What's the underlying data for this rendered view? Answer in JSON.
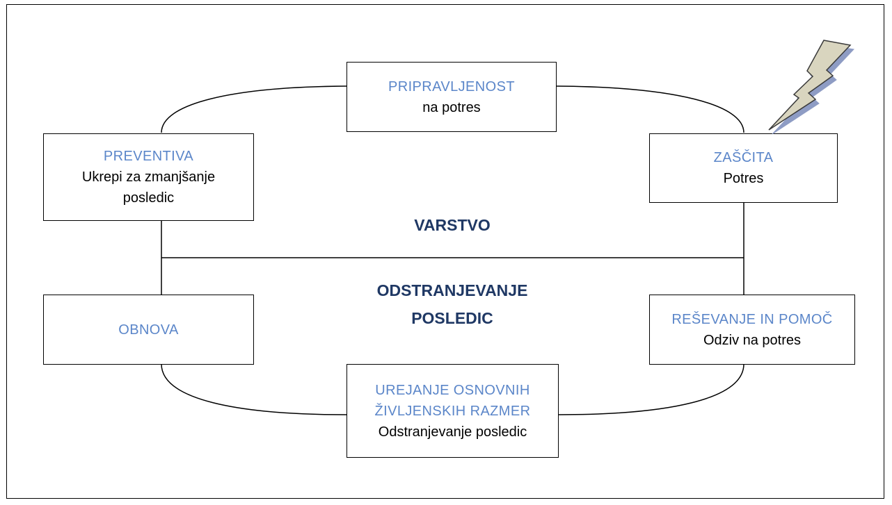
{
  "diagram": {
    "boxes": {
      "pripravljenost": {
        "head": "PRIPRAVLJENOST",
        "sub": "na potres"
      },
      "preventiva": {
        "head": "PREVENTIVA",
        "sub_line1": "Ukrepi za zmanjšanje",
        "sub_line2": "posledic"
      },
      "zascita": {
        "head": "ZAŠČITA",
        "sub": "Potres"
      },
      "obnova": {
        "head": "OBNOVA"
      },
      "resevanje": {
        "head": "REŠEVANJE IN POMOČ",
        "sub": "Odziv na potres"
      },
      "urejanje": {
        "head_line1": "UREJANJE OSNOVNIH",
        "head_line2": "ŽIVLJENSKIH RAZMER",
        "sub": "Odstranjevanje posledic"
      }
    },
    "zones": {
      "top": "VARSTVO",
      "bottom_line1": "ODSTRANJEVANJE",
      "bottom_line2": "POSLEDIC"
    },
    "colors": {
      "heading": "#5b86c9",
      "zone_label": "#1f3864",
      "bolt_fill": "#d9d5bf",
      "bolt_shadow": "#8e9cc4"
    },
    "icons": [
      "lightning-bolt-icon"
    ]
  }
}
